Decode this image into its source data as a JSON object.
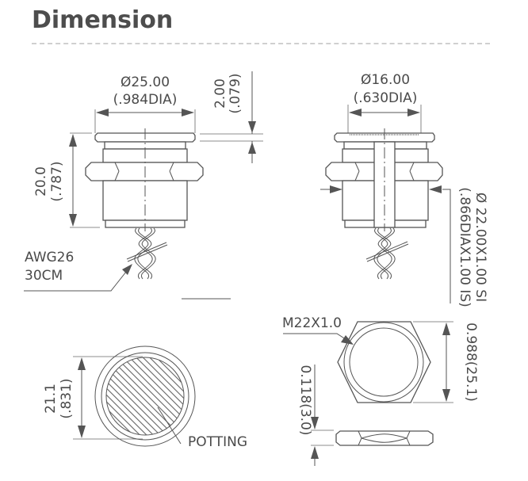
{
  "header": {
    "title": "Dimension"
  },
  "side_view": {
    "bezel_diameter": "Ø25.00",
    "bezel_diameter_in": "(.984DIA)",
    "bezel_thickness": "2.00",
    "bezel_thickness_in": "(.079)",
    "body_height": "20.0",
    "body_height_in": "(.787)",
    "wire_gauge": "AWG26",
    "wire_length": "30CM"
  },
  "side_view_2": {
    "actuator_diameter": "Ø16.00",
    "actuator_diameter_in": "(.630DIA)",
    "thread_spec": "Ø 22.00X1.00 SI",
    "thread_spec_in": "(.866DIAX1.00 IS)"
  },
  "rear_view": {
    "diameter": "21.1",
    "diameter_in": "(.831)",
    "label": "POTTING"
  },
  "nut_view": {
    "thread_label": "M22X1.0",
    "across_flats": "0.988(25.1)",
    "thickness": "0.118(3.0)"
  },
  "colors": {
    "line": "#555555",
    "text": "#4a4a4a",
    "title": "#4d4d4d",
    "divider": "#cfcfcf"
  }
}
